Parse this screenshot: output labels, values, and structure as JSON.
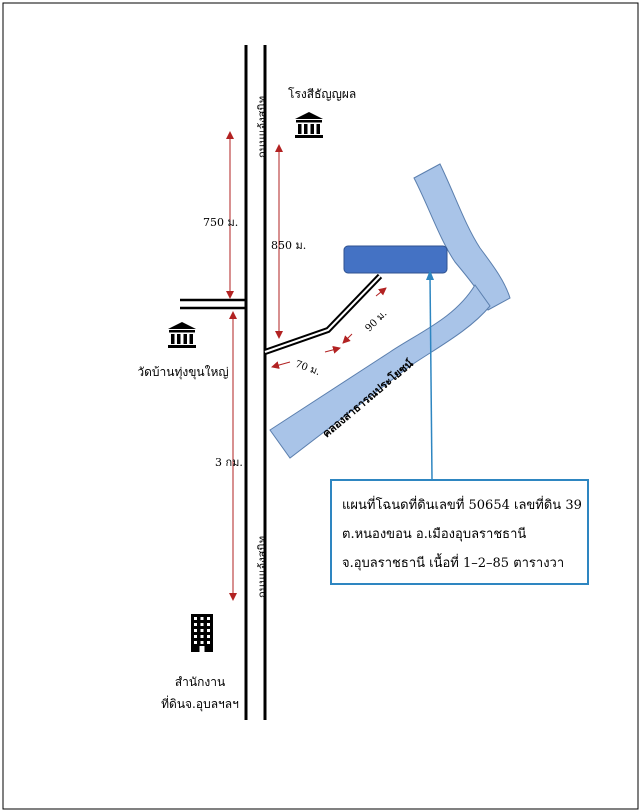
{
  "roads": {
    "main_road_top": "ถนนแจ้งสนิท",
    "main_road_bottom": "ถนนแจ้งสนิท",
    "canal": "คลองสาธารณประโยชน์"
  },
  "places": {
    "factory": "โรงสีธัญญผล",
    "temple": "วัดบ้านทุ่งขุนใหญ่",
    "office_line1": "สำนักงาน",
    "office_line2": "ที่ดินจ.อุบลฯลฯ"
  },
  "distances": {
    "d750": "750 ม.",
    "d850": "850 ม.",
    "d3km": "3 กม.",
    "d90": "90 ม.",
    "d70": "70 ม."
  },
  "info": {
    "line1": "แผนที่โฉนดที่ดินเลขที่ 50654 เลขที่ดิน 39",
    "line2": "ต.หนองขอน อ.เมืองอุบลราชธานี",
    "line3": "จ.อุบลราชธานี เนื้อที่ 1–2–85 ตารางวา"
  },
  "colors": {
    "arrow": "#b22222",
    "canal_fill": "#a9c4e8",
    "canal_stroke": "#5b7fae",
    "plot_fill": "#4472c4",
    "pointer": "#2e86c1"
  },
  "icons": {
    "factory": "bank-building-icon",
    "temple": "bank-building-icon",
    "office": "office-tower-icon"
  }
}
